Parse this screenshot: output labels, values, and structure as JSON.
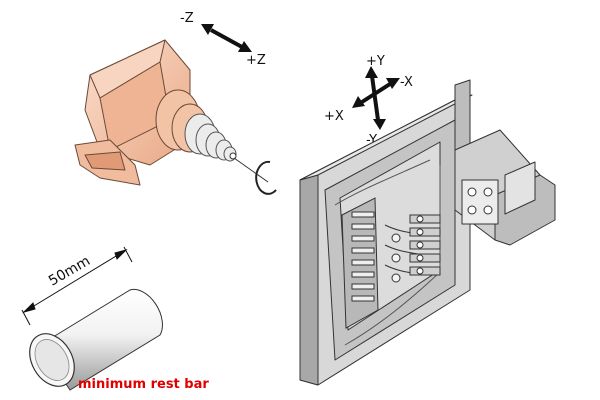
{
  "axes": {
    "z_neg": "-Z",
    "z_pos": "+Z",
    "y_pos": "+Y",
    "y_neg": "-Y",
    "x_pos": "+X",
    "x_neg": "-X"
  },
  "dimension_label": "50mm",
  "caption": "minimum rest bar",
  "colors": {
    "caption": "#e00000",
    "spindle_head": "#f6c9ad",
    "line": "#222222",
    "fixture_dark": "#b5b5b5",
    "fixture_light": "#e4e4e4"
  }
}
